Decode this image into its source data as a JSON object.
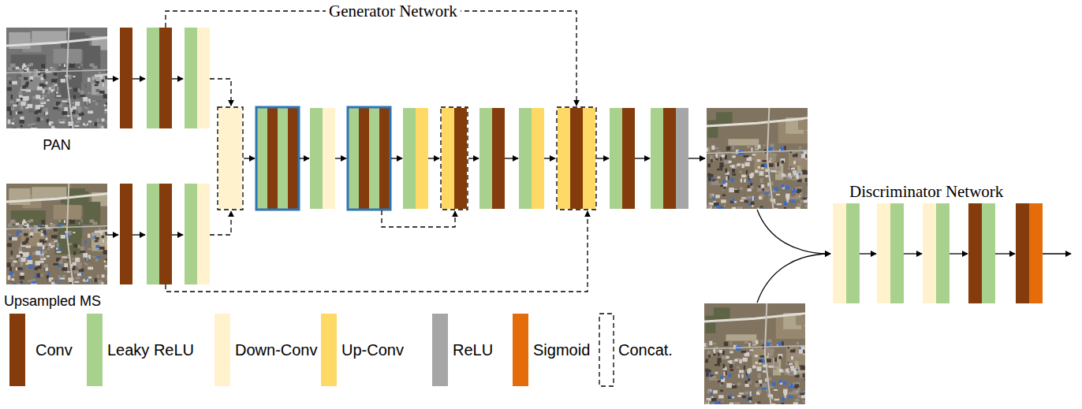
{
  "diagram": {
    "nodes": [
      {
        "text": [
          "PAN"
        ]
      },
      {
        "text": [
          "Upsampled MS"
        ]
      }
    ],
    "labels": [
      "Generator Network",
      "Discriminator Network"
    ],
    "legend": [
      {
        "text": "Conv",
        "color": "#843C0C"
      },
      {
        "text": "Leaky ReLU",
        "color": "#A9D18E"
      },
      {
        "text": "Down-Conv",
        "color": "#FFF2CC"
      },
      {
        "text": "Up-Conv",
        "color": "#FFD966"
      },
      {
        "text": "ReLU",
        "color": "#A6A6A6"
      },
      {
        "text": "Sigmoid",
        "color": "#E46C0A"
      },
      {
        "text": "Concat."
      }
    ]
  }
}
